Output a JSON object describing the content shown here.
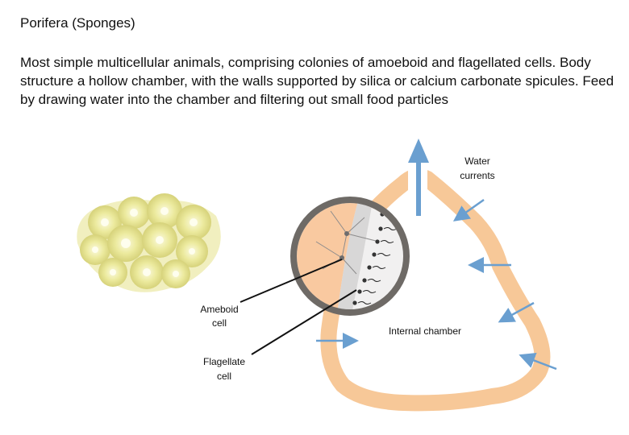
{
  "heading": "Porifera (Sponges)",
  "description": "Most simple multicellular animals, comprising colonies of amoeboid and flagellated cells.  Body structure a hollow chamber, with the walls supported by silica or calcium carbonate spicules.  Feed by drawing water into the chamber and filtering out small food particles",
  "labels": {
    "water_line1": "Water",
    "water_line2": "currents",
    "internal_chamber": "Internal chamber",
    "ameboid_line1": "Ameboid",
    "ameboid_line2": "cell",
    "flagellate_line1": "Flagellate",
    "flagellate_line2": "cell"
  },
  "colors": {
    "body_wall": "#f7c898",
    "current_arrow": "#6a9fd0",
    "lens_ring": "#6e6a66",
    "sponge_photo": "#e6e39a"
  }
}
